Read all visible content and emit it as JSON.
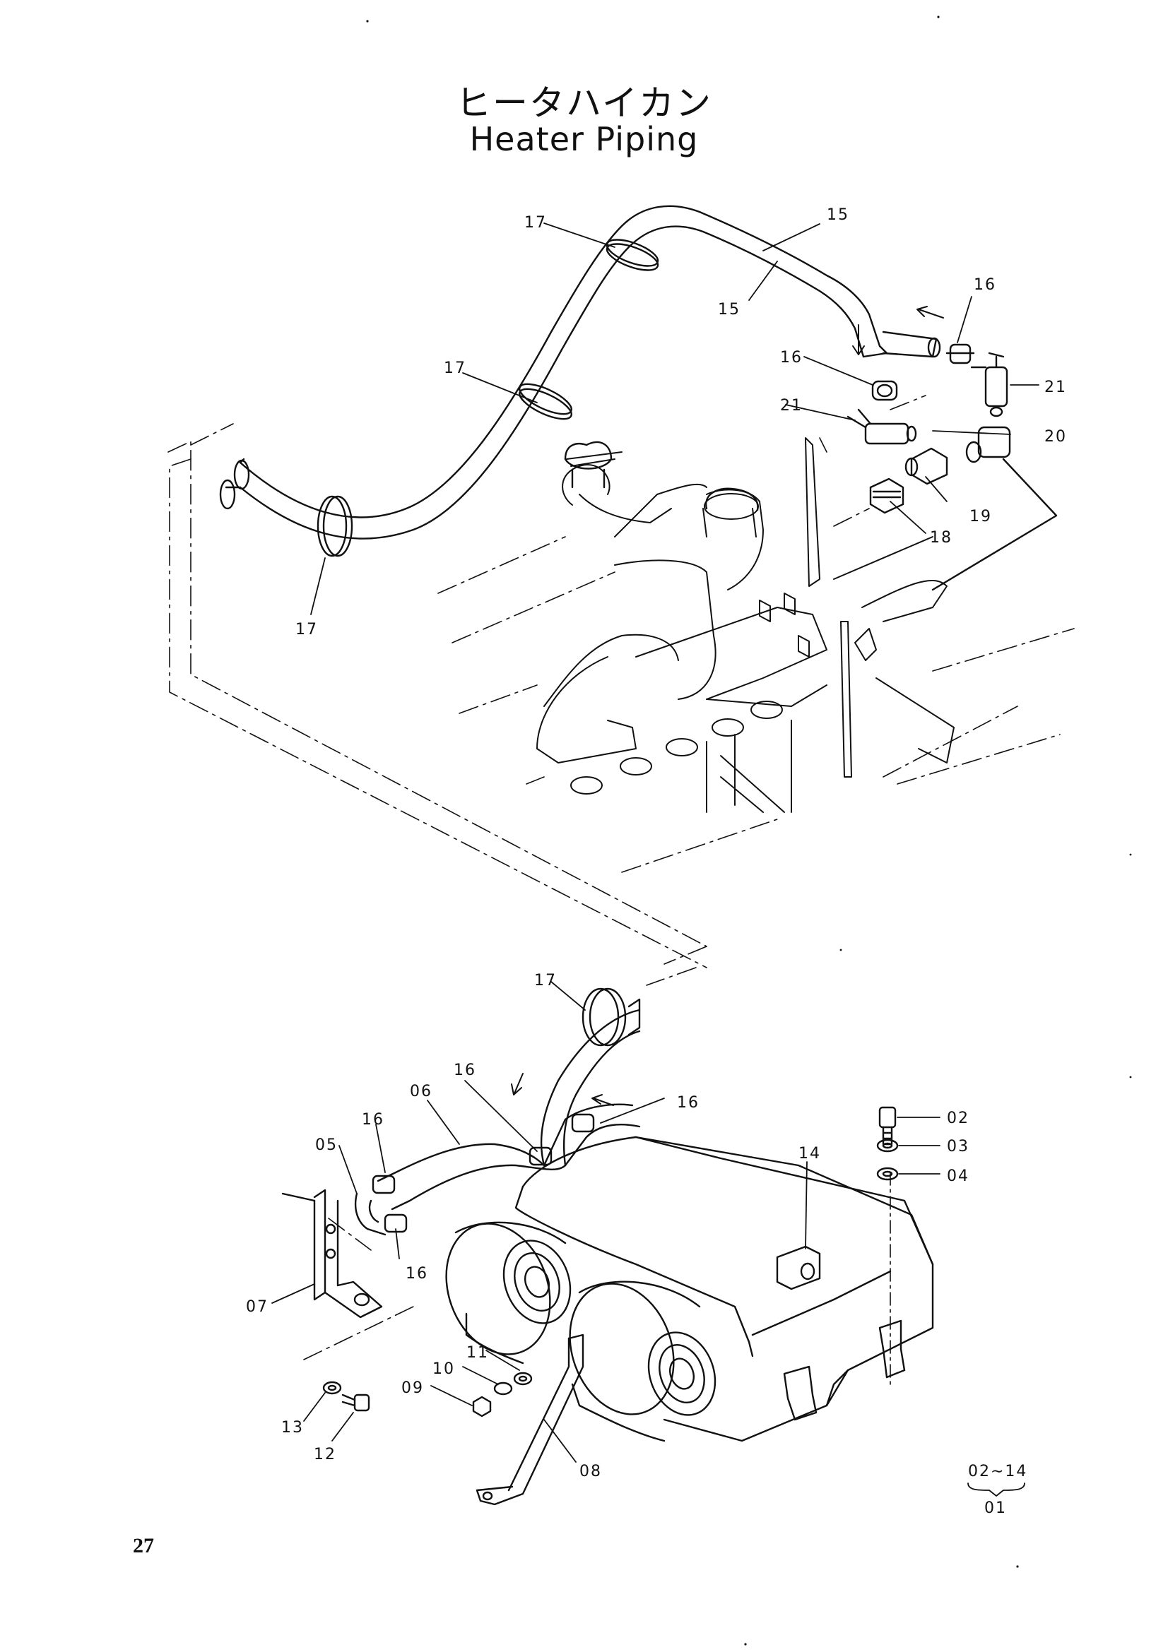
{
  "title_jp": "ヒータハイカン",
  "title_en": "Heater Piping",
  "page_number": "27",
  "range_note": {
    "range": "02∼14",
    "assembly": "01"
  },
  "callouts": {
    "c01": "17",
    "c02": "15",
    "c03": "15",
    "c04": "16",
    "c05": "16",
    "c06": "21",
    "c07": "17",
    "c08": "21",
    "c09": "20",
    "c10": "19",
    "c11": "18",
    "c12": "17",
    "c13": "17",
    "c14": "16",
    "c15": "06",
    "c16": "16",
    "c17": "16",
    "c18": "05",
    "c19": "02",
    "c20": "14",
    "c21": "03",
    "c22": "04",
    "c23": "16",
    "c24": "07",
    "c25": "11",
    "c26": "10",
    "c27": "09",
    "c28": "13",
    "c29": "12",
    "c30": "08"
  },
  "colors": {
    "ink": "#111111",
    "paper": "#ffffff"
  }
}
